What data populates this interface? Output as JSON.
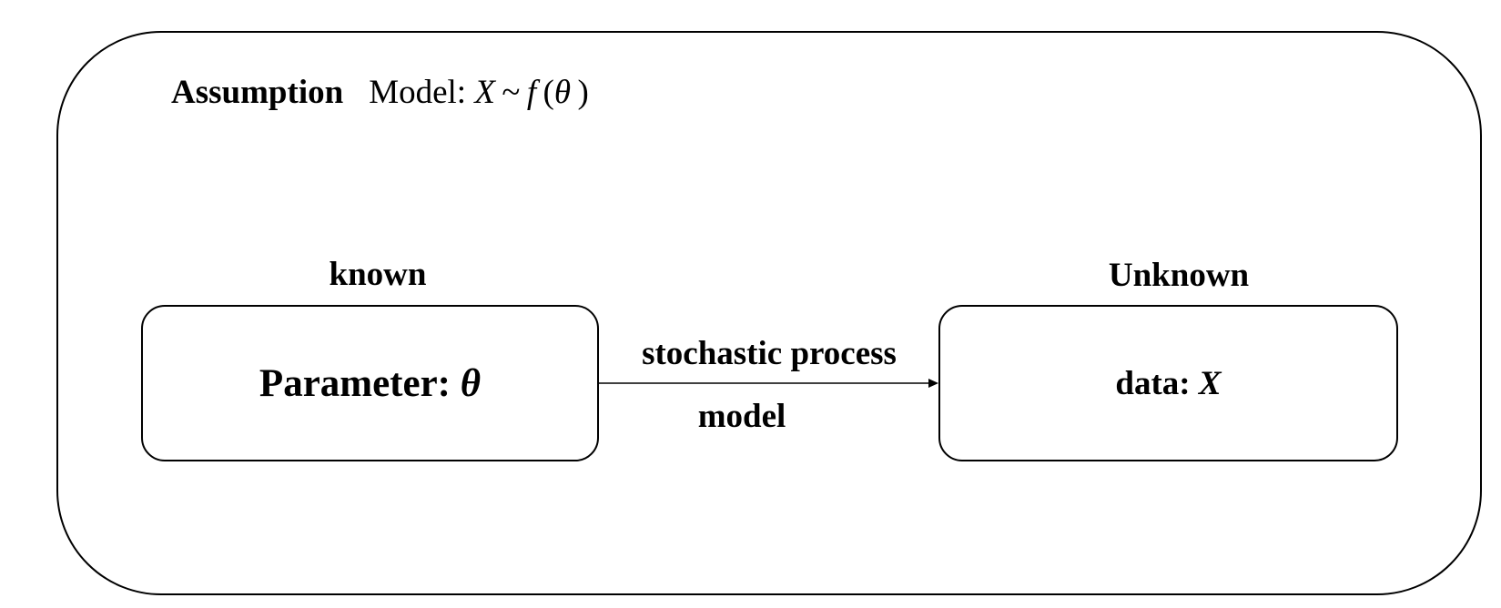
{
  "assumption": {
    "label": "Assumption",
    "model_prefix": "Model:",
    "formula": {
      "var_x": "X",
      "tilde": "~",
      "func": "f",
      "open_paren": "(",
      "theta": "θ",
      "close_paren": ")"
    }
  },
  "known_box": {
    "caption": "known",
    "label": "Parameter:",
    "symbol": "θ"
  },
  "unknown_box": {
    "caption": "Unknown",
    "label": "data:",
    "symbol": "X"
  },
  "arrow": {
    "label_top": "stochastic process",
    "label_bottom": "model"
  }
}
